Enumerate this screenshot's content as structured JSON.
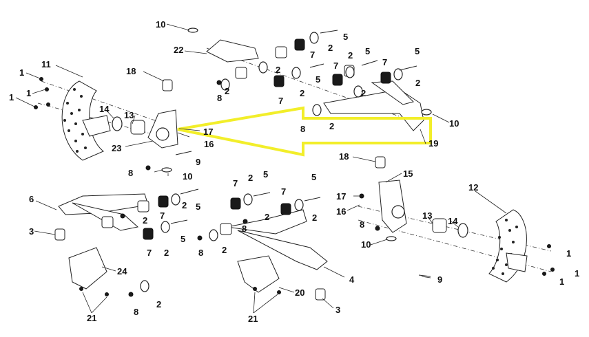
{
  "callouts": {
    "c1a": "1",
    "c1b": "1",
    "c1c": "1",
    "c1d": "1",
    "c1e": "1",
    "c2a": "2",
    "c2b": "2",
    "c2c": "2",
    "c2d": "2",
    "c2e": "2",
    "c2f": "2",
    "c2g": "2",
    "c2h": "2",
    "c2i": "2",
    "c2j": "2",
    "c2k": "2",
    "c2l": "2",
    "c2m": "2",
    "c2n": "2",
    "c2o": "2",
    "c2p": "2",
    "c3a": "3",
    "c3b": "3",
    "c4": "4",
    "c5a": "5",
    "c5b": "5",
    "c5c": "5",
    "c5d": "5",
    "c5e": "5",
    "c5f": "5",
    "c5g": "5",
    "c5h": "5",
    "c6": "6",
    "c7a": "7",
    "c7b": "7",
    "c7c": "7",
    "c7d": "7",
    "c7e": "7",
    "c7f": "7",
    "c7g": "7",
    "c7h": "7",
    "c8a": "8",
    "c8b": "8",
    "c8c": "8",
    "c8d": "8",
    "c8e": "8",
    "c8f": "8",
    "c8g": "8",
    "c9a": "9",
    "c9b": "9",
    "c10a": "10",
    "c10b": "10",
    "c10c": "10",
    "c10d": "10",
    "c11": "11",
    "c12": "12",
    "c13a": "13",
    "c13b": "13",
    "c14a": "14",
    "c14b": "14",
    "c15": "15",
    "c16a": "16",
    "c16b": "16",
    "c17a": "17",
    "c17b": "17",
    "c18a": "18",
    "c18b": "18",
    "c19": "19",
    "c20": "20",
    "c21a": "21",
    "c21b": "21",
    "c22": "22",
    "c23": "23",
    "c24": "24"
  },
  "colors": {
    "highlight_arrow": "#f2ee2a",
    "line": "#222222"
  },
  "icons": {
    "pointer": "highlight-arrow"
  }
}
